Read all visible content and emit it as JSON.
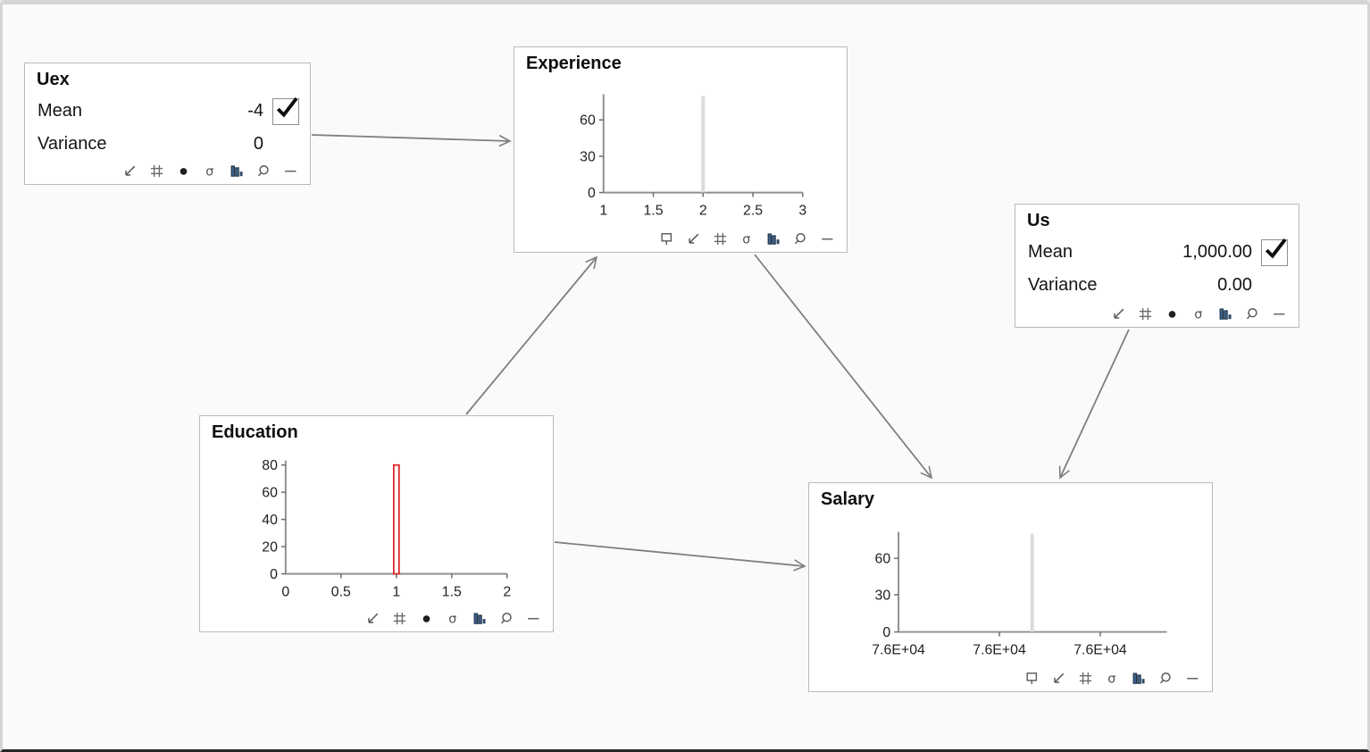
{
  "app": {
    "background": "#fafafa",
    "node_border": "#b9b9b9",
    "arrow_color": "#7f7f7f",
    "axis_color": "#8f8f8f",
    "bar_icon_color": "#3f5c7a",
    "spike_red": "#e01b1b",
    "spike_gray": "#dbdbdb"
  },
  "nodes": {
    "uex": {
      "title": "Uex",
      "rows": [
        {
          "label": "Mean",
          "value": "-4",
          "checked": true
        },
        {
          "label": "Variance",
          "value": "0"
        }
      ],
      "toolbar": [
        "arrow-down-left",
        "grid",
        "dot",
        "sigma",
        "bar-chart",
        "magnifier",
        "minus"
      ]
    },
    "experience": {
      "title": "Experience",
      "toolbar": [
        "flag",
        "arrow-down-left",
        "grid",
        "sigma",
        "bar-chart",
        "magnifier",
        "minus"
      ]
    },
    "us": {
      "title": "Us",
      "rows": [
        {
          "label": "Mean",
          "value": "1,000.00",
          "checked": true
        },
        {
          "label": "Variance",
          "value": "0.00"
        }
      ],
      "toolbar": [
        "arrow-down-left",
        "grid",
        "dot",
        "sigma",
        "bar-chart",
        "magnifier",
        "minus"
      ]
    },
    "education": {
      "title": "Education",
      "toolbar": [
        "arrow-down-left",
        "grid",
        "dot",
        "sigma",
        "bar-chart",
        "magnifier",
        "minus"
      ]
    },
    "salary": {
      "title": "Salary",
      "toolbar": [
        "flag",
        "arrow-down-left",
        "grid",
        "sigma",
        "bar-chart",
        "magnifier",
        "minus"
      ]
    }
  },
  "edges": [
    {
      "from": "Uex",
      "to": "Experience"
    },
    {
      "from": "Education",
      "to": "Experience"
    },
    {
      "from": "Experience",
      "to": "Salary"
    },
    {
      "from": "Us",
      "to": "Salary"
    },
    {
      "from": "Education",
      "to": "Salary"
    }
  ],
  "chart_data": [
    {
      "node": "experience",
      "type": "bar",
      "title": "Experience",
      "xlim": [
        1,
        3
      ],
      "ylim": [
        0,
        81
      ],
      "x_tick_labels": [
        "1",
        "1.5",
        "2",
        "2.5",
        "3"
      ],
      "x_tick_fracs": [
        0,
        0.25,
        0.5,
        0.75,
        1
      ],
      "y_tick_labels": [
        "0",
        "30",
        "60"
      ],
      "y_tick_fracs": [
        0,
        0.369,
        0.739
      ],
      "grid": false,
      "bars": [
        {
          "x": 2,
          "value": 80,
          "frac_x": 0.5,
          "frac_h": 0.98,
          "width": 4,
          "fill": "#dbdbdb",
          "stroke": "none",
          "stroke_width": 0
        }
      ]
    },
    {
      "node": "education",
      "type": "bar",
      "title": "Education",
      "xlim": [
        0,
        2
      ],
      "ylim": [
        0,
        84
      ],
      "x_tick_labels": [
        "0",
        "0.5",
        "1",
        "1.5",
        "2"
      ],
      "x_tick_fracs": [
        0,
        0.25,
        0.5,
        0.75,
        1
      ],
      "y_tick_labels": [
        "0",
        "20",
        "40",
        "60",
        "80"
      ],
      "y_tick_fracs": [
        0,
        0.24,
        0.48,
        0.72,
        0.96
      ],
      "grid": false,
      "bars": [
        {
          "x": 1,
          "value": 80,
          "frac_x": 0.5,
          "frac_h": 0.96,
          "width": 6,
          "fill": "#ffffff",
          "stroke": "#e01b1b",
          "stroke_width": 1.7
        }
      ]
    },
    {
      "node": "salary",
      "type": "bar",
      "title": "Salary",
      "xlim": [
        75500,
        76500
      ],
      "ylim": [
        0,
        81
      ],
      "x_tick_labels": [
        "7.6E+04",
        "7.6E+04",
        "7.6E+04"
      ],
      "x_tick_fracs": [
        0,
        0.376,
        0.752
      ],
      "y_tick_labels": [
        "0",
        "30",
        "60"
      ],
      "y_tick_fracs": [
        0,
        0.372,
        0.735
      ],
      "grid": false,
      "bars": [
        {
          "x": 76000,
          "value": 80,
          "frac_x": 0.498,
          "frac_h": 0.98,
          "width": 4,
          "fill": "#dbdbdb",
          "stroke": "none",
          "stroke_width": 0
        }
      ]
    }
  ]
}
